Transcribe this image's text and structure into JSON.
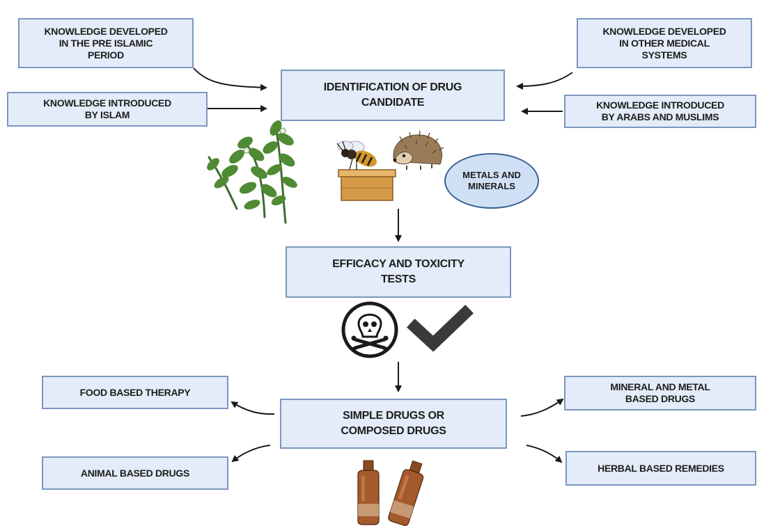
{
  "sources": {
    "pre_islamic": "KNOWLEDGE DEVELOPED\nIN THE PRE ISLAMIC\nPERIOD",
    "islam": "KNOWLEDGE INTRODUCED\nBY ISLAM",
    "other_systems": "KNOWLEDGE DEVELOPED\nIN OTHER MEDICAL\nSYSTEMS",
    "arabs_muslims": "KNOWLEDGE INTRODUCED\nBY ARABS AND MUSLIMS"
  },
  "stages": {
    "identification": "IDENTIFICATION OF DRUG\nCANDIDATE",
    "efficacy": "EFFICACY AND TOXICITY\nTESTS",
    "simple_composed": "SIMPLE DRUGS OR\nCOMPOSED DRUGS"
  },
  "sources_of_candidates": {
    "metals_minerals": "METALS AND\nMINERALS"
  },
  "outcomes": {
    "food": "FOOD BASED THERAPY",
    "animal": "ANIMAL BASED DRUGS",
    "mineral_metal": "MINERAL AND METAL\nBASED DRUGS",
    "herbal": "HERBAL BASED REMEDIES"
  },
  "colors": {
    "box_fill": "#e3ecf8",
    "box_border": "#7b96c0",
    "oval_fill": "#cfe0f5",
    "arrow": "#1a1a1a"
  },
  "icons": [
    "plant-icon",
    "bee-icon",
    "beehive-icon",
    "hedgehog-icon",
    "skull-crossbones-icon",
    "checkmark-icon",
    "medicine-vial-icon"
  ]
}
